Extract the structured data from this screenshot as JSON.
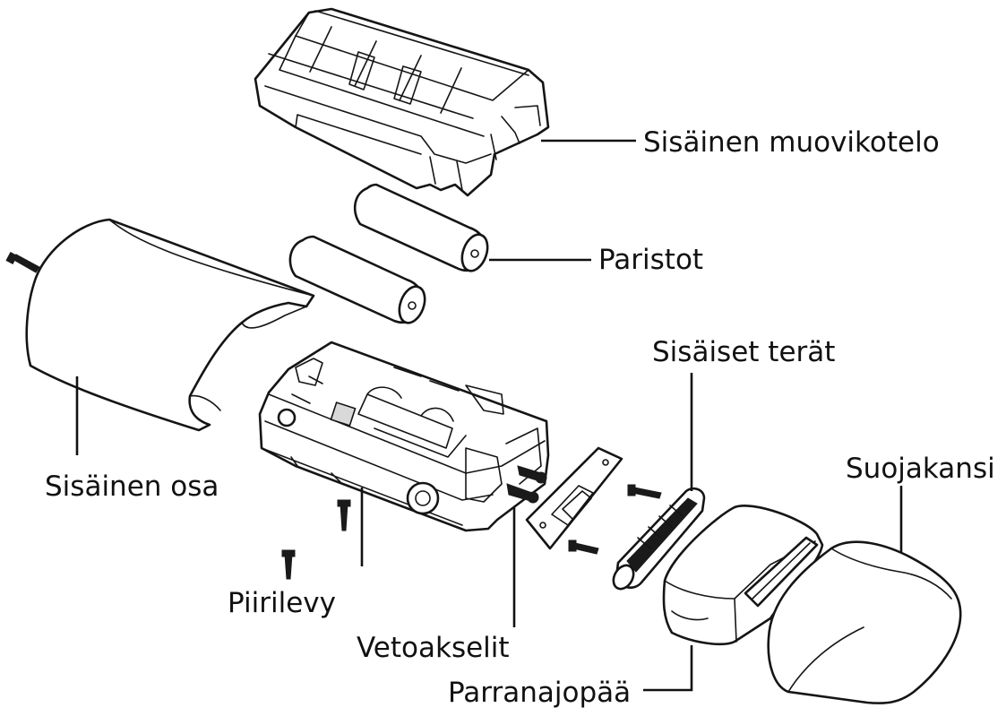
{
  "diagram": {
    "labels": {
      "housing": "Sisäinen muovikotelo",
      "batteries": "Paristot",
      "inner_blades": "Sisäiset terät",
      "inner_part": "Sisäinen osa",
      "protective_cap": "Suojakansi",
      "circuit_board": "Piirilevy",
      "drive_shafts": "Vetoakselit",
      "shaving_head": "Parranajopää"
    }
  }
}
